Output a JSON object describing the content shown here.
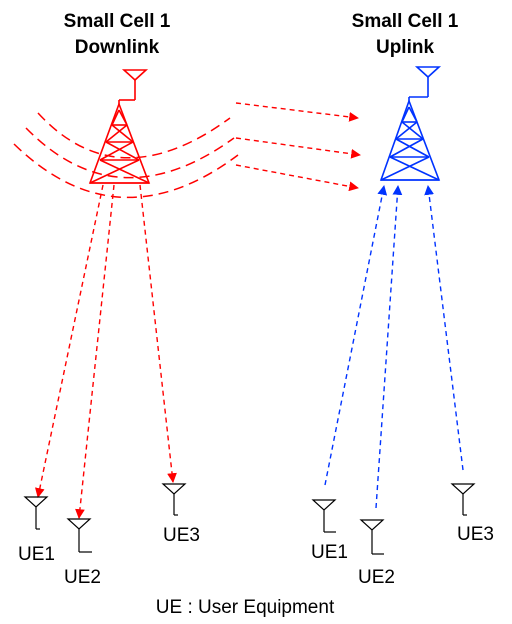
{
  "downlink": {
    "title_line1": "Small Cell 1",
    "title_line2": "Downlink",
    "color": "#ff0000"
  },
  "uplink": {
    "title_line1": "Small Cell 1",
    "title_line2": "Uplink",
    "color": "#0033ff"
  },
  "downlink_ues": [
    {
      "label": "UE1"
    },
    {
      "label": "UE2"
    },
    {
      "label": "UE3"
    }
  ],
  "uplink_ues": [
    {
      "label": "UE1"
    },
    {
      "label": "UE2"
    },
    {
      "label": "UE3"
    }
  ],
  "caption": "UE : User Equipment",
  "icons": {
    "tower": "cell-tower-icon",
    "ue": "ue-antenna-icon"
  }
}
